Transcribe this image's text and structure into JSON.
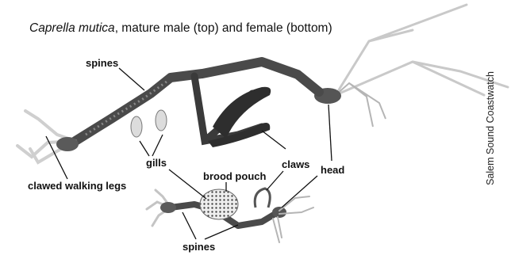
{
  "title": {
    "species": "Caprella mutica",
    "rest": ", mature male (top) and female (bottom)"
  },
  "labels": {
    "spines_top": "spines",
    "gills": "gills",
    "brood_pouch": "brood pouch",
    "claws": "claws",
    "head": "head",
    "clawed_walking_legs": "clawed walking legs",
    "spines_bottom": "spines"
  },
  "credit": "Salem Sound Coastwatch",
  "colors": {
    "text": "#111111",
    "body_dark": "#3a3a3a",
    "appendage_light": "#cfcfcf",
    "leader_line": "#111111"
  }
}
